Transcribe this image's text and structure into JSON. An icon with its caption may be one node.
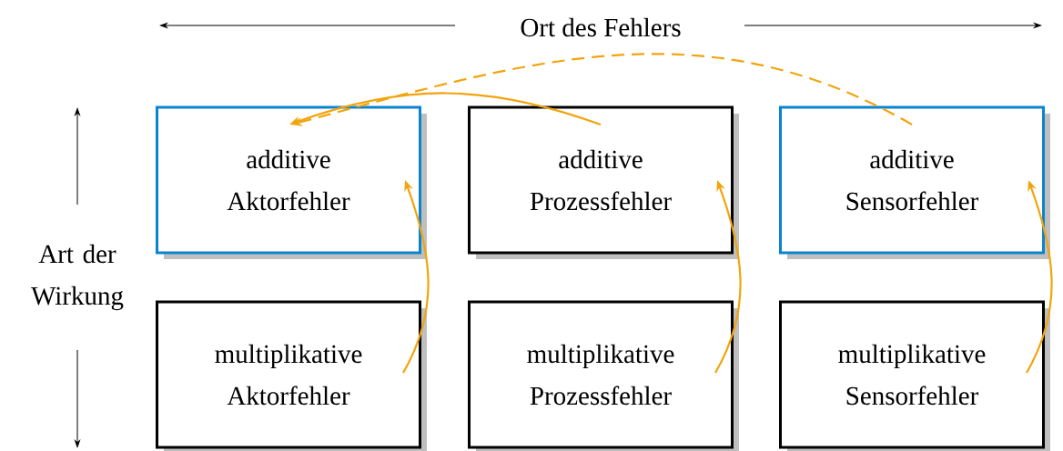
{
  "diagram": {
    "nodes": [
      {
        "text": [
          "additive Aktorfehler"
        ]
      },
      {
        "text": [
          "additive Prozessfehler"
        ]
      },
      {
        "text": [
          "additive Sensorfehler"
        ]
      },
      {
        "text": [
          "multiplikative Aktorfehler"
        ]
      },
      {
        "text": [
          "multiplikative Prozessfehler"
        ]
      },
      {
        "text": [
          "multiplikative Sensorfehler"
        ]
      }
    ],
    "edges": [
      {
        "from": 3,
        "to": 0,
        "arrow": "to"
      },
      {
        "from": 4,
        "to": 1,
        "arrow": "to"
      },
      {
        "from": 5,
        "to": 2,
        "arrow": "to"
      },
      {
        "from": 1,
        "to": 0,
        "arrow": "to"
      },
      {
        "from": 2,
        "to": 0,
        "arrow": "to",
        "style": "dashed"
      }
    ],
    "labels": [
      "Ort des Fehlers",
      "Art der Wirkung"
    ]
  }
}
